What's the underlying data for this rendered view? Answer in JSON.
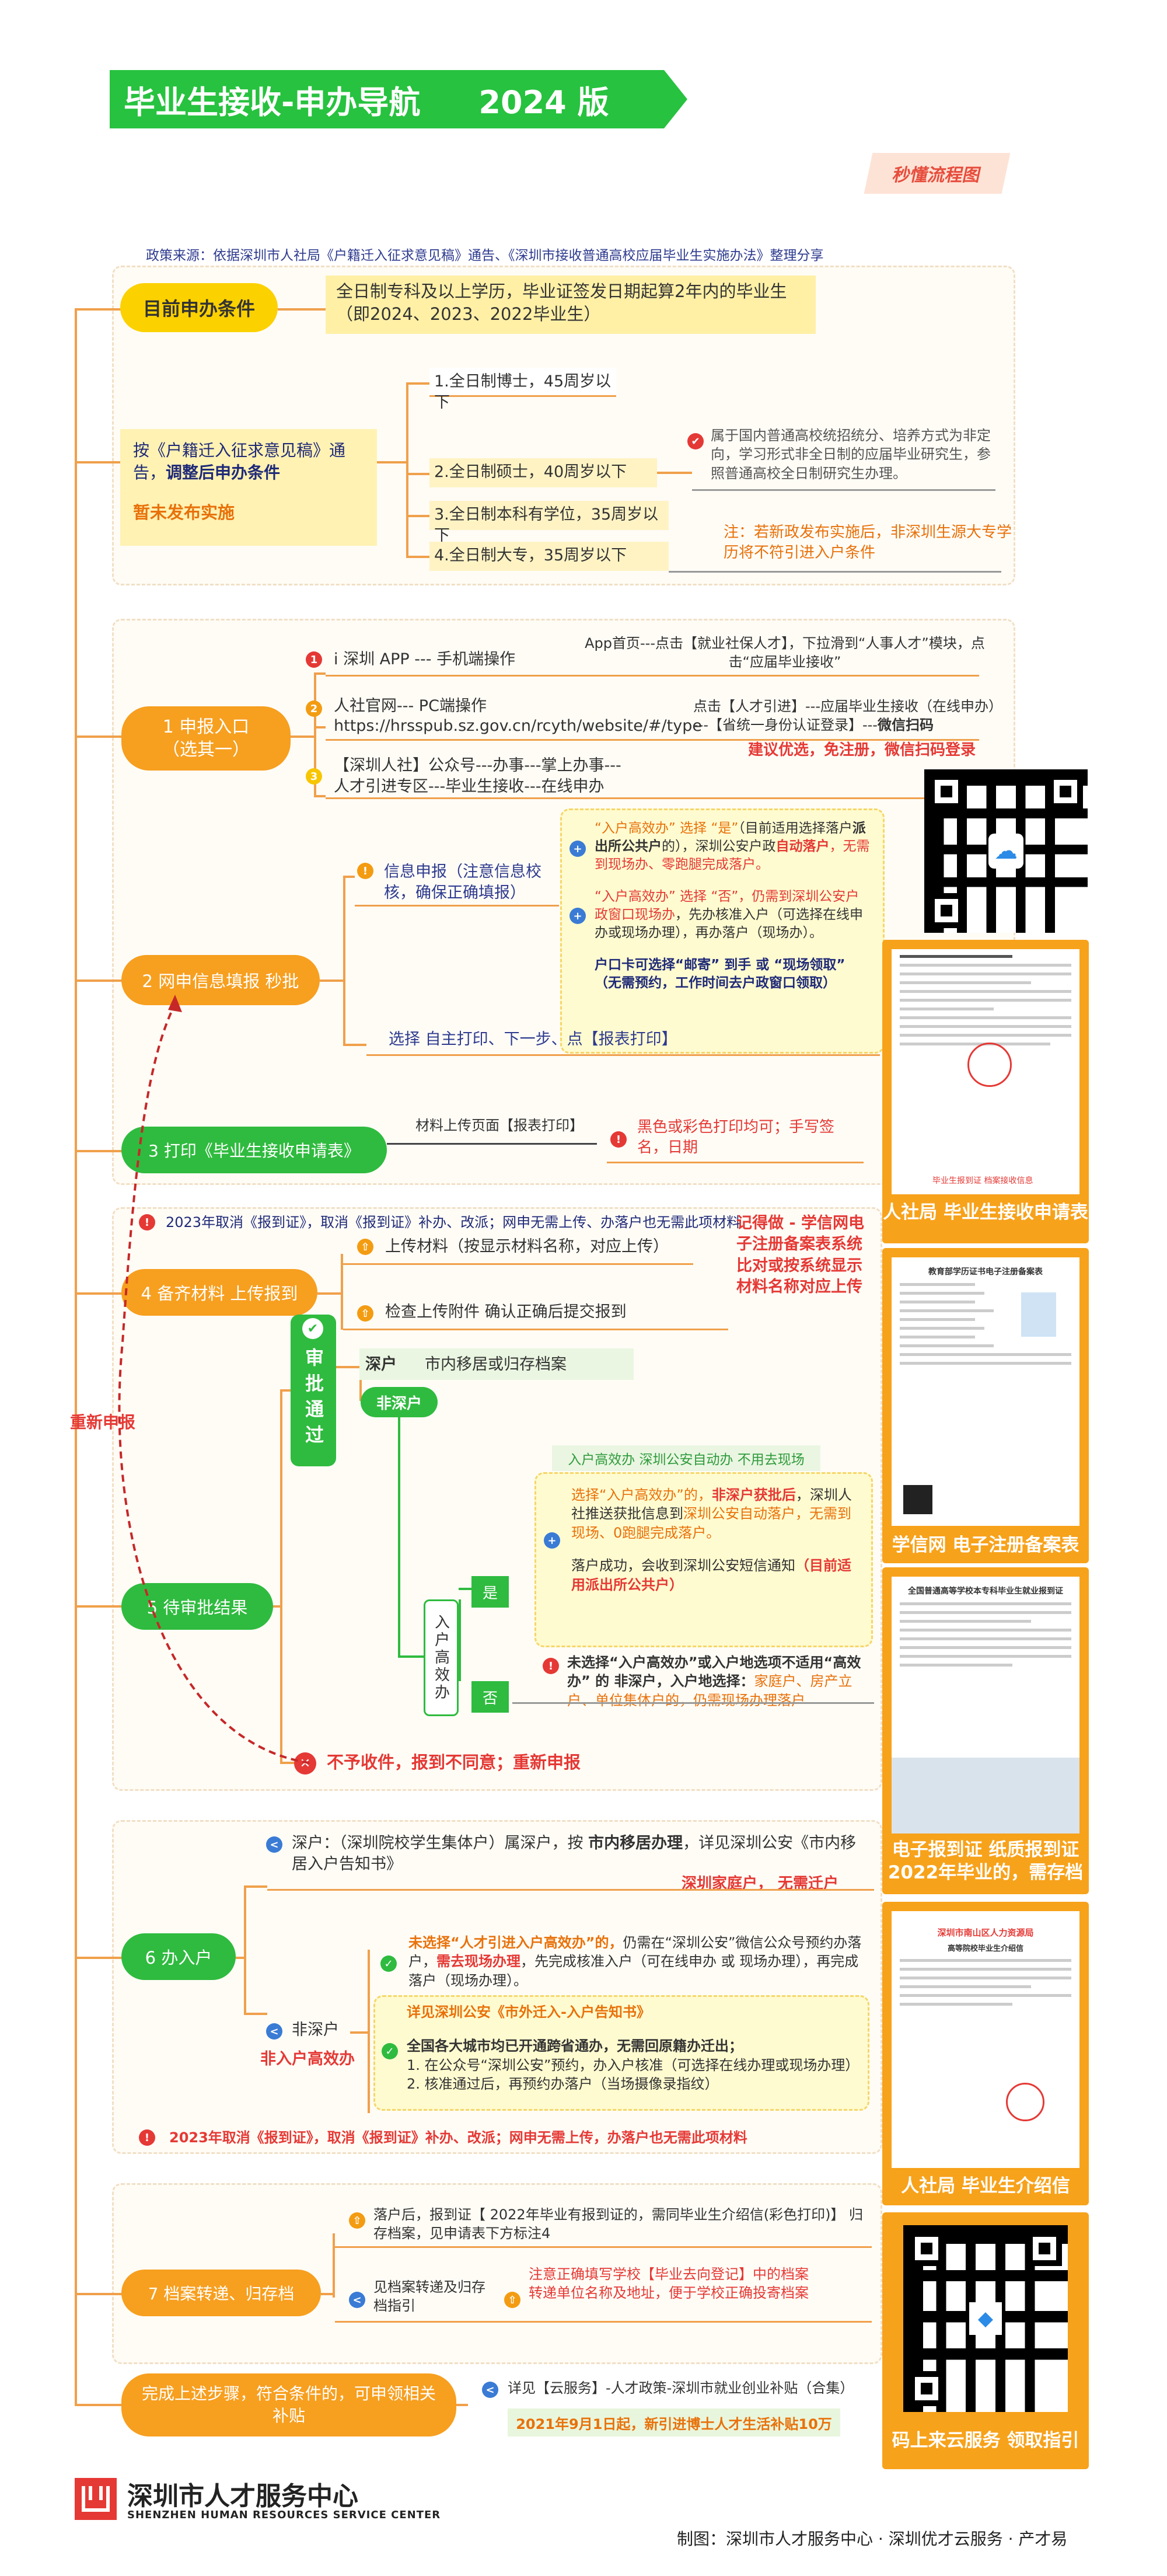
{
  "header": {
    "title": "毕业生接收-申办导航",
    "version": "2024 版"
  },
  "tag": "秒懂流程图",
  "source_note": "政策来源：依据深圳市人社局《户籍迁入征求意见稿》通告、《深圳市接收普通高校应届毕业生实施办法》整理分享",
  "s1": {
    "heading": "目前申办条件",
    "current_cond": "全日制专科及以上学历，毕业证签发日期起算2年内的毕业生（即2024、2023、2022毕业生）",
    "adjust_prefix": "按《户籍迁入征求意见稿》通告，",
    "adjust_strong": "调整后申办条件",
    "not_yet": "暂未发布实施",
    "items": [
      "1.全日制博士，45周岁以下",
      "2.全日制硕士，40周岁以下",
      "3.全日制本科有学位，35周岁以下",
      "4.全日制大专，35周岁以下"
    ],
    "note_gray": "属于国内普通高校统招统分、培养方式为非定向，学习形式非全日制的应届毕业研究生，参照普通高校全日制研究生办理。",
    "note_orange": "注：若新政发布实施后，非深圳生源大专学历将不符引进入户条件"
  },
  "s2": {
    "step1": "1  申报入口\n（选其一）",
    "opt1": "i 深圳 APP   --- 手机端操作",
    "opt1_note": "App首页---点击【就业社保人才】，下拉滑到“人事人才”模块，点击“应届毕业接收”",
    "opt2_title": "人社官网--- PC端操作",
    "opt2_url": "https://hrsspub.sz.gov.cn/rcyth/website/#/type",
    "opt2_note_a": "点击【人才引进】---应届毕业生接收（在线申办）",
    "opt2_note_b": "---【省统一身份认证登录】---",
    "opt2_note_c": "微信扫码",
    "opt3": "【深圳人社】公众号---办事---掌上办事---人才引进专区---毕业生接收---在线申办",
    "opt_tip": "建议优选，免注册，微信扫码登录",
    "step2": "2  网申信息填报  秒批",
    "info_fill": "信息申报（注意信息校核，确保正确填报）",
    "yb1_a": "“入户高效办” 选择 “是”",
    "yb1_b": "（目前适用选择落户",
    "yb1_c": "派出所公共户",
    "yb1_d": "的），深圳公安户政",
    "yb1_e": "自动落户",
    "yb1_f": "，无需到现场办、零跑腿完成落户。",
    "yb2_a": "“入户高效办” 选择 “否”，仍需到深圳公安户政窗口现场办",
    "yb2_b": "，先办核准入户（可选择在线申办或现场办理），再办落户（现场办）。",
    "yb3_a": "户口卡可选择“邮寄” 到手 或 “现场领取”",
    "yb3_b": "（无需预约，工作时间去户政窗口领取）",
    "select_print": "选择  自主打印、下一步、点【报表打印】",
    "step3": "3  打印《毕业生接收申请表》",
    "upload_page": "材料上传页面【报表打印】",
    "print_note": "黑色或彩色打印均可；手写签名，日期"
  },
  "s3": {
    "cancel_note": "2023年取消《报到证》，取消《报到证》补办、改派；网申无需上传、办落户也无需此项材料",
    "step4": "4  备齐材料  上传报到",
    "upload": "上传材料（按显示材料名称，对应上传）",
    "check": "检查上传附件    确认正确后提交报到",
    "side_note": "记得做 - 学信网电子注册备案表系统比对或按系统显示材料名称对应上传",
    "approved": "审批通过",
    "szh_label": "深户",
    "szh_text": "市内移居或归存档案",
    "fsh": "非深户",
    "rh_label": "入户高效办",
    "yes": "是",
    "no": "否",
    "green_tag": "入户高效办  深圳公安自动办  不用去现场",
    "yes_a": "选择“入户高效办”的，",
    "yes_b": "非深户获批后",
    "yes_c": "，深圳人社推送获批信息到",
    "yes_d": "深圳公安自动落户",
    "yes_e": "，无需到现场、0跑腿完成落户。",
    "yes_f": "落户成功，会收到深圳公安短信通知",
    "yes_g": "（目前适用派出所公共户）",
    "no_a": "未选择“入户高效办”或入户地选项不适用“高效办” 的 非深户，入户地选择：",
    "no_b": "家庭户、房产立户、单位集体户的，仍需现场办理落户",
    "step5": "5  待审批结果",
    "reject": "不予收件，报到不同意；重新申报",
    "resubmit": "重新申报"
  },
  "s4": {
    "step6": "6  办入户",
    "shenhu_a": "深户：（深圳院校学生集体户）属深户，按 ",
    "shenhu_b": "市内移居办理",
    "shenhu_c": "，详见深圳公安《市内移居入户告知书》",
    "shenhu_note": "深圳家庭户， 无需迁户",
    "fsh": "非深户",
    "fsh_red": "非入户高效办",
    "y_a": "未选择“人才引进入户高效办”的，",
    "y_b": "仍需在“深圳公安”微信公众号预约办落户，",
    "y_c": "需去现场办理",
    "y_d": "，先完成核准入户（可在线申办 或 现场办理），再完成落户（现场办理）。",
    "see_title": "详见深圳公安《市外迁入-入户告知书》",
    "all_a": "全国各大城市均已开通跨省通办，无需回原籍办迁出；",
    "all_b": "1. 在公众号“深圳公安”预约，办入户核准（可选择在线办理或现场办理）",
    "all_c": "2. 核准通过后，再预约办落户（当场摄像录指纹）",
    "cancel_note": "2023年取消《报到证》，取消《报到证》补办、改派；网申无需上传，办落户也无需此项材料"
  },
  "s5": {
    "step7": "7  档案转递、归存档",
    "a1": "落户后，报到证【 2022年毕业有报到证的，需同毕业生介绍信(彩色打印)】 归存档案，见申请表下方标注4",
    "a2": "见档案转递及归存档指引",
    "a3": "注意正确填写学校【毕业去向登记】中的档案转递单位名称及地址，便于学校正确投寄档案",
    "done": "完成上述步骤，符合条件的，可申领相关补贴",
    "see_cloud": "详见【云服务】-人才政策-深圳市就业创业补贴（合集）",
    "subsidy": "2021年9月1日起，新引进博士人才生活补贴10万"
  },
  "side": {
    "c1": "人社局  毕业生接收申请表",
    "c2": "学信网  电子注册备案表",
    "c3": "电子报到证  纸质报到证2022年毕业的，需存档",
    "c4": "人社局  毕业生介绍信",
    "c5": "码上来云服务  领取指引",
    "doc2_title": "教育部学历证书电子注册备案表",
    "doc3_title": "全国普通高等学校本专科毕业生就业报到证",
    "doc4_title": "深圳市南山区人力资源局",
    "doc4_sub": "高等院校毕业生介绍信",
    "doc1_stamp": "毕业生报到证 档案接收信息"
  },
  "footer": {
    "org_cn": "深圳市人才服务中心",
    "org_en": "SHENZHEN HUMAN RESOURCES SERVICE CENTER",
    "credit": "制图：深圳市人才服务中心 · 深圳优才云服务 · 产才易"
  }
}
